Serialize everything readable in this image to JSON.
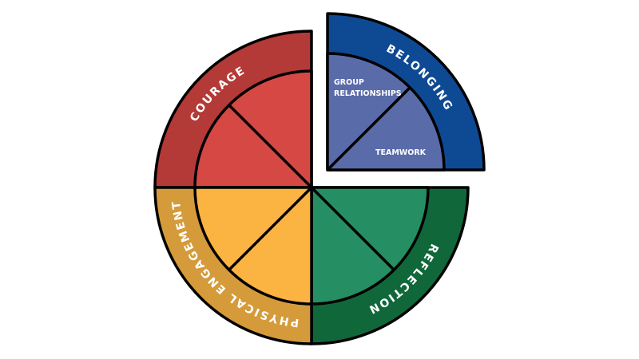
{
  "diagram": {
    "quadrants": [
      {
        "id": "courage",
        "label": "COURAGE",
        "outer_color": "#B33A37",
        "inner_color": "#D64843",
        "inner_labels": []
      },
      {
        "id": "belonging",
        "label": "BELONGING",
        "outer_color": "#0E4A94",
        "inner_color": "#5A6BAA",
        "inner_labels": [
          "GROUP",
          "RELATIONSHIPS",
          "TEAMWORK"
        ]
      },
      {
        "id": "reflection",
        "label": "REFLECTION",
        "outer_color": "#10673A",
        "inner_color": "#258F63",
        "inner_labels": []
      },
      {
        "id": "physical-engagement",
        "label": "PHYSICAL ENGAGEMENT",
        "outer_color": "#D59B3A",
        "inner_color": "#FBB441",
        "inner_labels": []
      }
    ]
  }
}
